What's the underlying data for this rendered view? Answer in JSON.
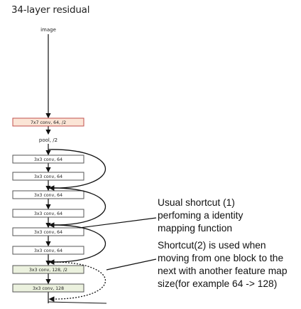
{
  "title": "34-layer residual",
  "input_label": "image",
  "pool_label": "pool, /2",
  "layers": [
    {
      "label": "7x7 conv, 64, /2",
      "color": "#fbe5d6",
      "border": "#c0504d"
    },
    {
      "label": "3x3 conv, 64",
      "color": "#ffffff",
      "border": "#555555"
    },
    {
      "label": "3x3 conv, 64",
      "color": "#ffffff",
      "border": "#555555"
    },
    {
      "label": "3x3 conv, 64",
      "color": "#ffffff",
      "border": "#555555"
    },
    {
      "label": "3x3 conv, 64",
      "color": "#ffffff",
      "border": "#555555"
    },
    {
      "label": "3x3 conv, 64",
      "color": "#ffffff",
      "border": "#555555"
    },
    {
      "label": "3x3 conv, 64",
      "color": "#ffffff",
      "border": "#555555"
    },
    {
      "label": "3x3 conv, 128, /2",
      "color": "#ebf1de",
      "border": "#555555"
    },
    {
      "label": "3x3 conv, 128",
      "color": "#ebf1de",
      "border": "#555555"
    }
  ],
  "annotations": {
    "usual_shortcut": [
      "Usual shortcut (1)",
      "perfoming a identity",
      "mapping function"
    ],
    "projection_shortcut": [
      "Shortcut(2) is used when",
      "moving from one block to the",
      "next with another feature map",
      "size(for example 64 -> 128)"
    ]
  }
}
